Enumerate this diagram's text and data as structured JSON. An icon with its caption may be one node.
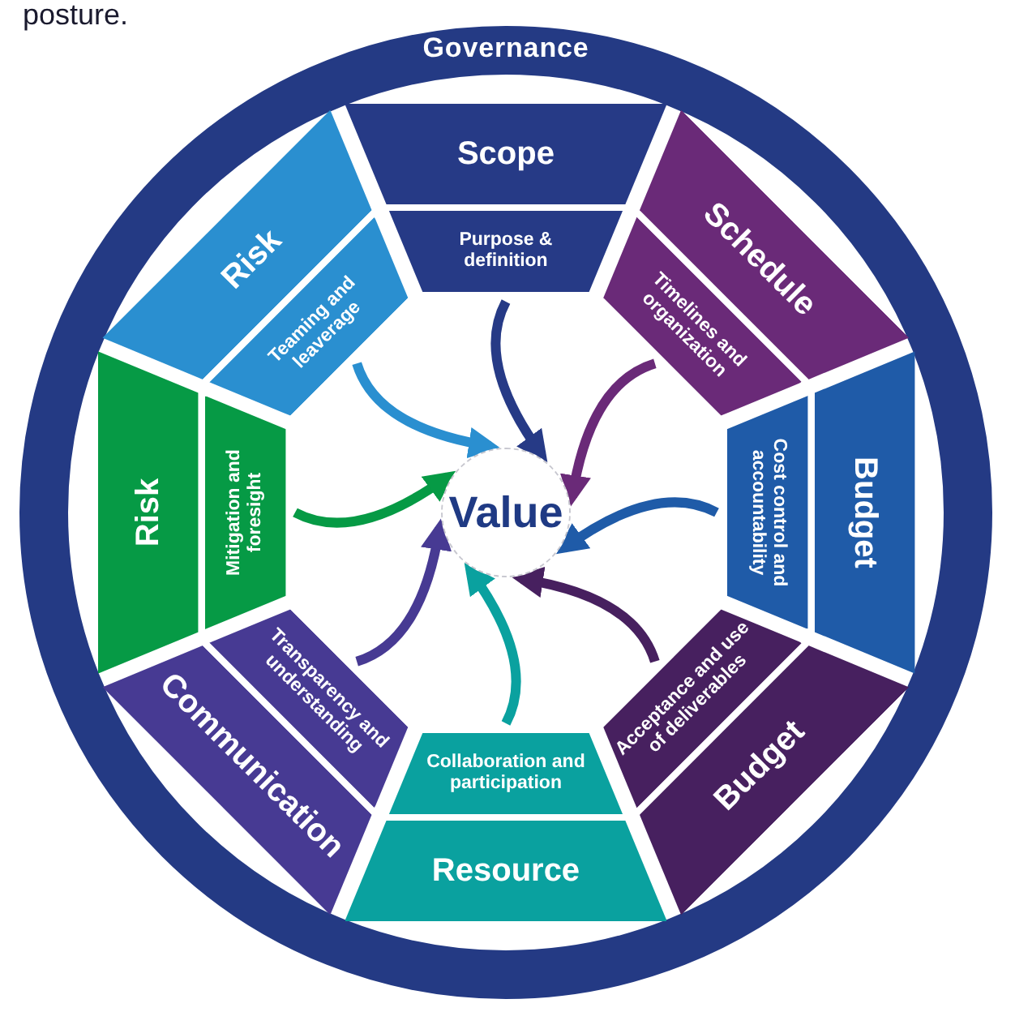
{
  "diagram": {
    "nodes": [
      {
        "text": [
          "Governance"
        ]
      },
      {
        "text": [
          "Scope",
          "Purpose & definition"
        ],
        "in": 0
      },
      {
        "text": [
          "Schedule",
          "Timelines and organization"
        ],
        "in": 0
      },
      {
        "text": [
          "Budget",
          "Cost control and accountability"
        ],
        "in": 0
      },
      {
        "text": [
          "Acceptance and use of deliverables",
          "Budget"
        ],
        "in": 0
      },
      {
        "text": [
          "Collaboration and participation",
          "Resource"
        ],
        "in": 0
      },
      {
        "text": [
          "Transparency and understanding",
          "Communication"
        ],
        "in": 0
      },
      {
        "text": [
          "Risk",
          "Mitigation and foresight"
        ],
        "in": 0
      },
      {
        "text": [
          "Risk",
          "Teaming and leaverage"
        ],
        "in": 0
      },
      {
        "text": [
          "Value"
        ],
        "in": 0
      }
    ],
    "edges": [
      {
        "from": 1,
        "to": 9,
        "arrow": "to",
        "color": "#263a86"
      },
      {
        "from": 2,
        "to": 9,
        "arrow": "to",
        "color": "#6a2a78"
      },
      {
        "from": 3,
        "to": 9,
        "arrow": "to",
        "color": "#1f5ba8"
      },
      {
        "from": 4,
        "to": 9,
        "arrow": "to",
        "color": "#47205f"
      },
      {
        "from": 5,
        "to": 9,
        "arrow": "to",
        "color": "#0aa19f"
      },
      {
        "from": 6,
        "to": 9,
        "arrow": "to",
        "color": "#473a93"
      },
      {
        "from": 7,
        "to": 9,
        "arrow": "to",
        "color": "#069a45"
      },
      {
        "from": 8,
        "to": 9,
        "arrow": "to",
        "color": "#2a8fd0"
      }
    ],
    "labels": [
      "posture."
    ]
  }
}
